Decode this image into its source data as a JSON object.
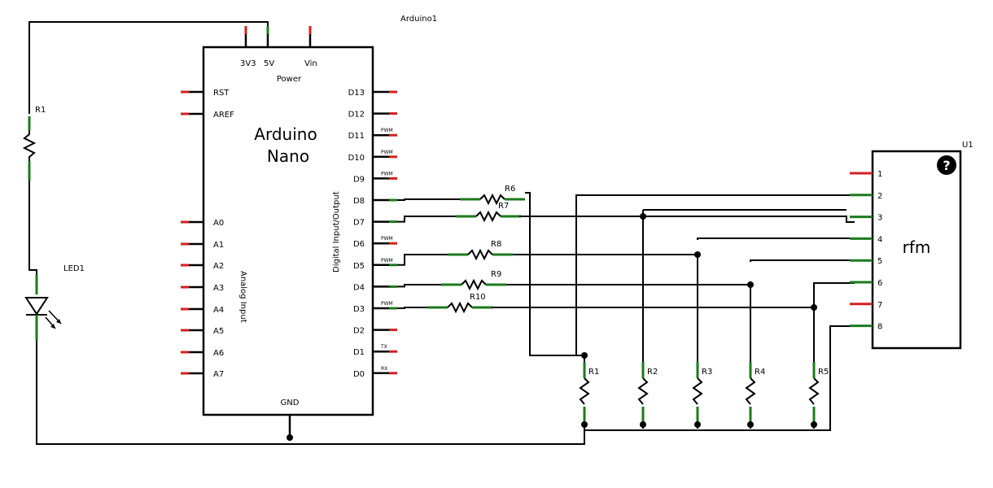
{
  "arduino": {
    "ref": "Arduino1",
    "title_line1": "Arduino",
    "title_line2": "Nano",
    "power_label": "Power",
    "power_pins": [
      "3V3",
      "5V",
      "Vin"
    ],
    "left_pins": [
      "RST",
      "AREF",
      "A0",
      "A1",
      "A2",
      "A3",
      "A4",
      "A5",
      "A6",
      "A7"
    ],
    "right_pins": [
      "D13",
      "D12",
      "D11",
      "D10",
      "D9",
      "D8",
      "D7",
      "D6",
      "D5",
      "D4",
      "D3",
      "D2",
      "D1",
      "D0"
    ],
    "right_tags": [
      "",
      "",
      "PWM",
      "PWM",
      "PWM",
      "",
      "",
      "PWM",
      "PWM",
      "",
      "PWM",
      "",
      "TX",
      "RX"
    ],
    "analog_label": "Analog Input",
    "digital_label": "Digital Input/Output",
    "gnd_label": "GND"
  },
  "rfm": {
    "ref": "U1",
    "name": "rfm",
    "pins": [
      "1",
      "2",
      "3",
      "4",
      "5",
      "6",
      "7",
      "8"
    ],
    "icon": "question-icon"
  },
  "led": {
    "ref": "LED1"
  },
  "resistors": {
    "left": "R1",
    "series": [
      "R6",
      "R7",
      "R8",
      "R9",
      "R10"
    ],
    "pulldown": [
      "R1",
      "R2",
      "R3",
      "R4",
      "R5"
    ]
  },
  "colors": {
    "unconnected": "#d42020",
    "connected": "#1d7a1d"
  }
}
